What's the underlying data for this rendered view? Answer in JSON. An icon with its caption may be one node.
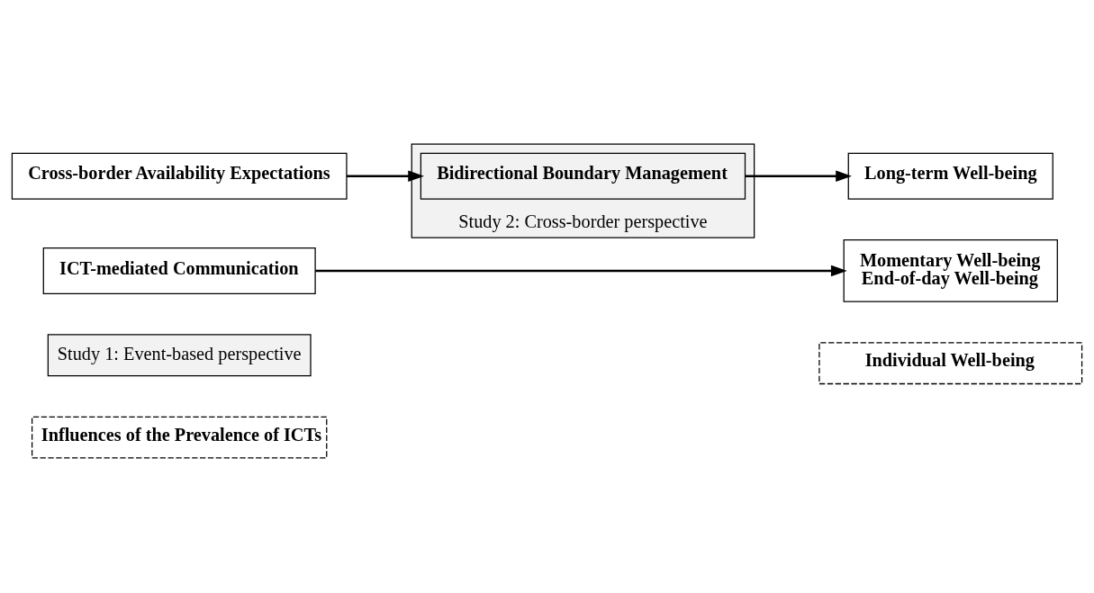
{
  "diagram": {
    "nodes": [
      {
        "text": [
          "Influences of the Prevalence of ICTs"
        ]
      },
      {
        "text": [
          "Individual Well-being"
        ]
      },
      {
        "text": [
          "Study 1: Event-based perspective"
        ]
      },
      {
        "text": [
          "ICT-mediated Communication"
        ]
      },
      {
        "text": [
          "Momentary Well-being",
          "End-of-day Well-being"
        ]
      },
      {
        "text": [
          "Study 2: Cross-border perspective"
        ]
      },
      {
        "text": [
          "Cross-border Availability Expectations"
        ]
      },
      {
        "text": [
          "Bidirectional Boundary Management"
        ],
        "in": 5
      },
      {
        "text": [
          "Long-term Well-being"
        ]
      }
    ],
    "edges": [
      {
        "from": 3,
        "to": 4,
        "arrow": "to"
      },
      {
        "from": 6,
        "to": 7,
        "arrow": "to"
      },
      {
        "from": 7,
        "to": 8,
        "arrow": "to"
      }
    ]
  }
}
